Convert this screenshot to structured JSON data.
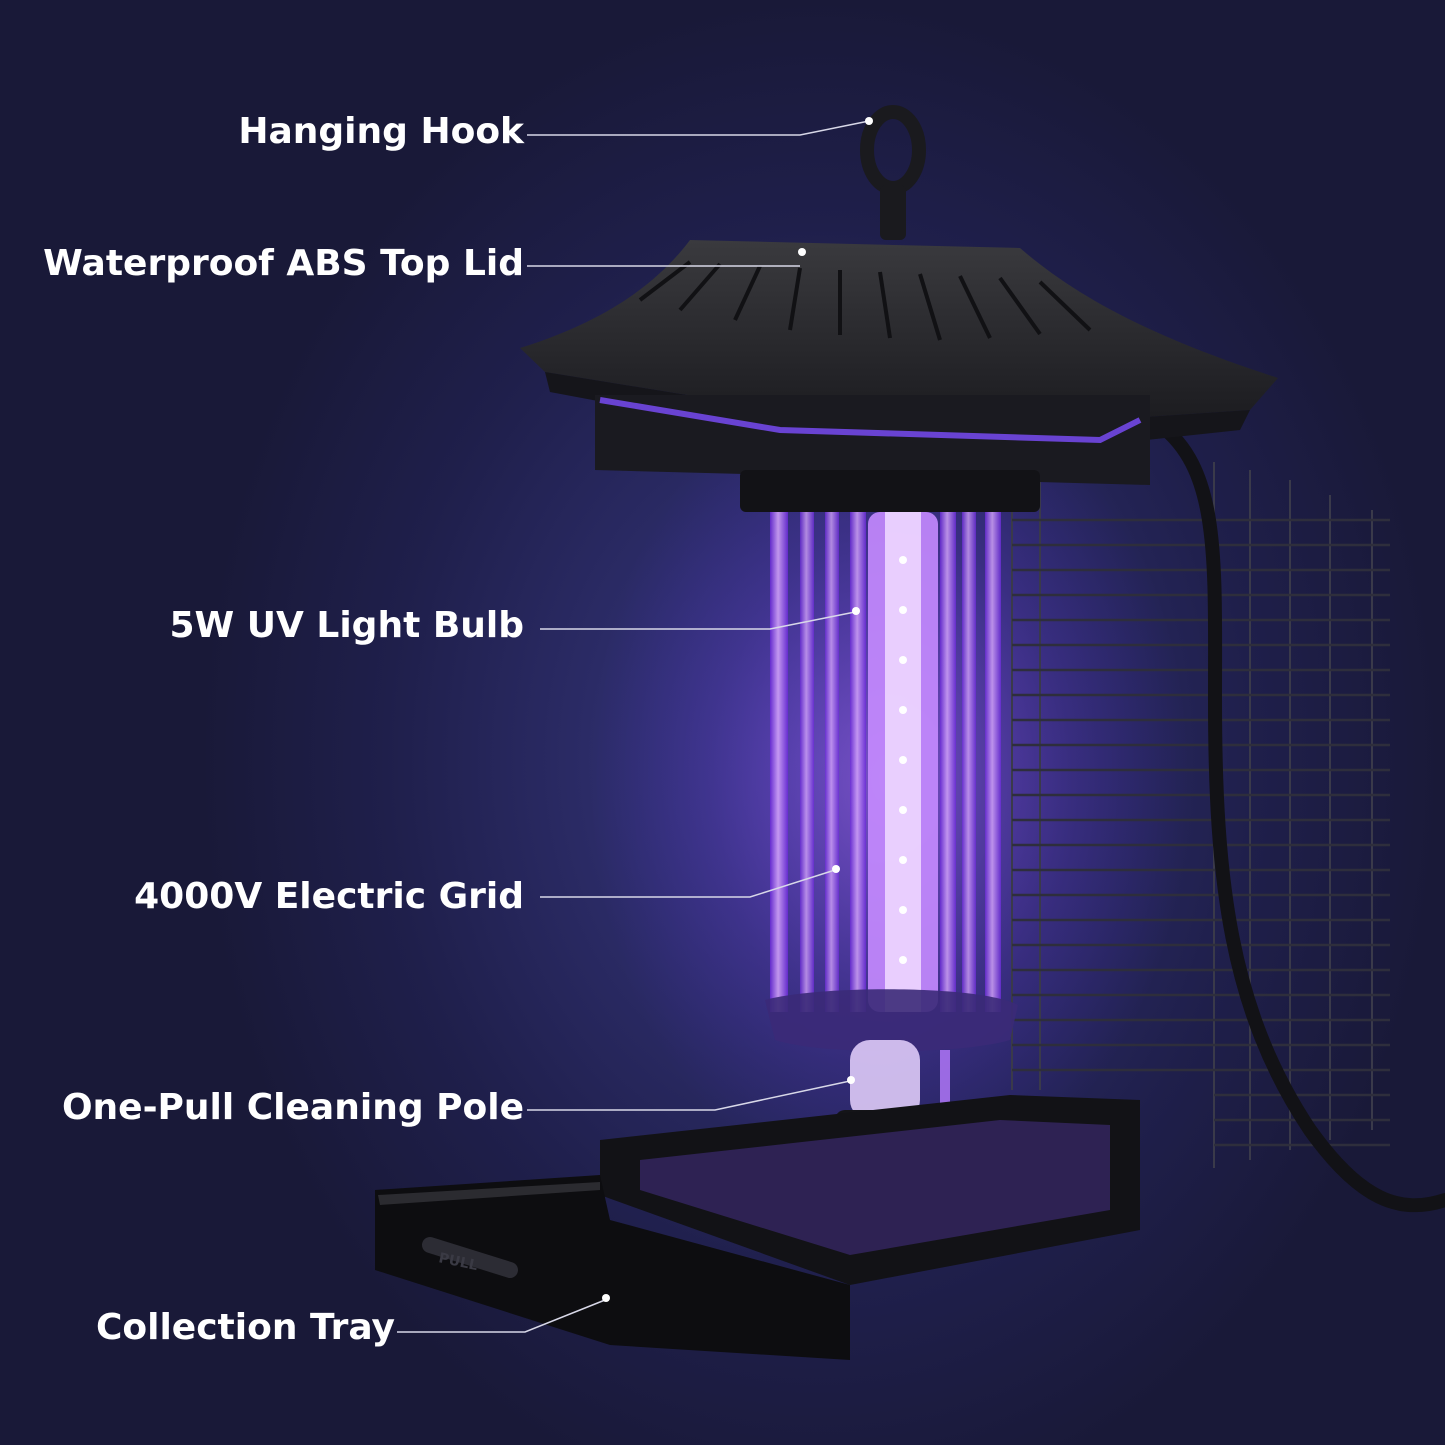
{
  "callouts": {
    "hanging_hook": "Hanging Hook",
    "top_lid": "Waterproof ABS Top Lid",
    "uv_bulb": "5W UV Light Bulb",
    "electric_grid": "4000V Electric Grid",
    "cleaning_pole": "One-Pull Cleaning Pole",
    "collection_tray": "Collection Tray"
  },
  "tray_embossing": "PULL",
  "colors": {
    "background": "#24245a",
    "uv_glow": "#a64dff",
    "body": "#222226",
    "label_text": "#ffffff",
    "leader_line": "#d8d8e8"
  }
}
